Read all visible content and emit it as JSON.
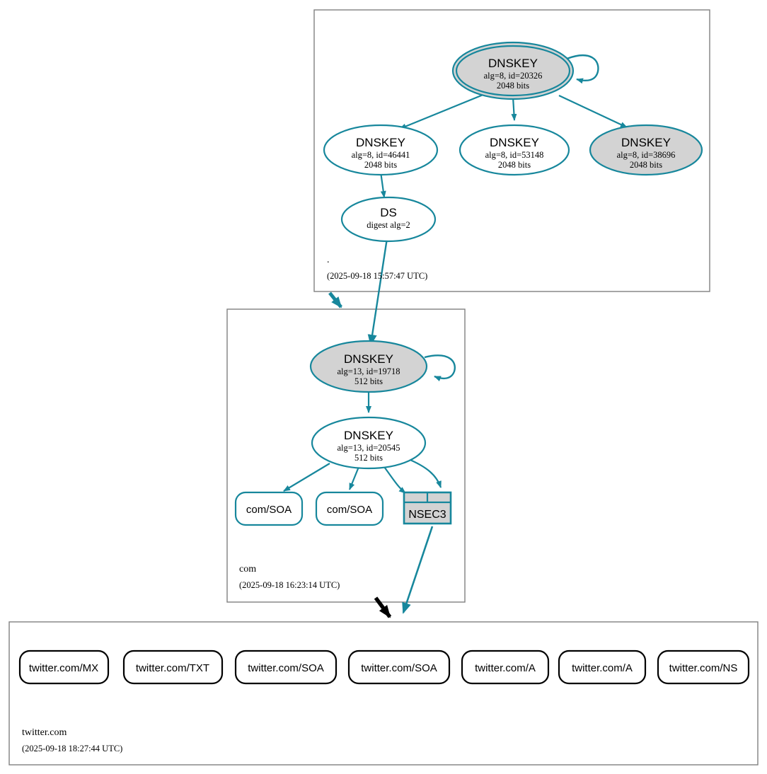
{
  "diagram": {
    "title": "DNSSEC authentication chain",
    "colors": {
      "accent_teal": "#17879c",
      "secure_fill_gray": "#d3d3d3",
      "zone_border_gray": "#808080",
      "delegation_black": "#000000",
      "node_fill_white": "#ffffff"
    }
  },
  "zones": [
    {
      "id": "root",
      "name": ".",
      "timestamp": "(2025-09-18 15:57:47 UTC)",
      "nodes": [
        {
          "id": "root-ksk",
          "kind": "dnskey",
          "shape": "double-ellipse",
          "fill": "gray",
          "title": "DNSKEY",
          "line2": "alg=8, id=20326",
          "line3": "2048 bits",
          "self_signed": true
        },
        {
          "id": "root-zsk-46441",
          "kind": "dnskey",
          "shape": "ellipse",
          "fill": "white",
          "title": "DNSKEY",
          "line2": "alg=8, id=46441",
          "line3": "2048 bits",
          "self_signed": false
        },
        {
          "id": "root-zsk-53148",
          "kind": "dnskey",
          "shape": "ellipse",
          "fill": "white",
          "title": "DNSKEY",
          "line2": "alg=8, id=53148",
          "line3": "2048 bits",
          "self_signed": false
        },
        {
          "id": "root-zsk-38696",
          "kind": "dnskey",
          "shape": "ellipse",
          "fill": "gray",
          "title": "DNSKEY",
          "line2": "alg=8, id=38696",
          "line3": "2048 bits",
          "self_signed": false
        },
        {
          "id": "root-ds",
          "kind": "ds",
          "shape": "ellipse",
          "fill": "white",
          "title": "DS",
          "line2": "digest alg=2",
          "line3": ""
        }
      ]
    },
    {
      "id": "com",
      "name": "com",
      "timestamp": "(2025-09-18 16:23:14 UTC)",
      "nodes": [
        {
          "id": "com-ksk",
          "kind": "dnskey",
          "shape": "ellipse",
          "fill": "gray",
          "title": "DNSKEY",
          "line2": "alg=13, id=19718",
          "line3": "512 bits",
          "self_signed": true
        },
        {
          "id": "com-zsk",
          "kind": "dnskey",
          "shape": "ellipse",
          "fill": "white",
          "title": "DNSKEY",
          "line2": "alg=13, id=20545",
          "line3": "512 bits",
          "self_signed": false
        },
        {
          "id": "com-soa-1",
          "kind": "rrset",
          "shape": "rounded-rect",
          "label": "com/SOA"
        },
        {
          "id": "com-soa-2",
          "kind": "rrset",
          "shape": "rounded-rect",
          "label": "com/SOA"
        },
        {
          "id": "com-nsec3",
          "kind": "nsec3",
          "shape": "table",
          "label": "NSEC3"
        }
      ]
    },
    {
      "id": "twitter",
      "name": "twitter.com",
      "timestamp": "(2025-09-18 18:27:44 UTC)",
      "nodes": [
        {
          "id": "tw-mx",
          "kind": "rrset",
          "shape": "rounded-rect",
          "label": "twitter.com/MX"
        },
        {
          "id": "tw-txt",
          "kind": "rrset",
          "shape": "rounded-rect",
          "label": "twitter.com/TXT"
        },
        {
          "id": "tw-soa1",
          "kind": "rrset",
          "shape": "rounded-rect",
          "label": "twitter.com/SOA"
        },
        {
          "id": "tw-soa2",
          "kind": "rrset",
          "shape": "rounded-rect",
          "label": "twitter.com/SOA"
        },
        {
          "id": "tw-a1",
          "kind": "rrset",
          "shape": "rounded-rect",
          "label": "twitter.com/A"
        },
        {
          "id": "tw-a2",
          "kind": "rrset",
          "shape": "rounded-rect",
          "label": "twitter.com/A"
        },
        {
          "id": "tw-ns",
          "kind": "rrset",
          "shape": "rounded-rect",
          "label": "twitter.com/NS"
        }
      ]
    }
  ],
  "edges": [
    {
      "from": "root-ksk",
      "to": "root-ksk",
      "type": "self-sign"
    },
    {
      "from": "root-ksk",
      "to": "root-zsk-46441",
      "type": "sign"
    },
    {
      "from": "root-ksk",
      "to": "root-zsk-53148",
      "type": "sign"
    },
    {
      "from": "root-ksk",
      "to": "root-zsk-38696",
      "type": "sign"
    },
    {
      "from": "root-zsk-46441",
      "to": "root-ds",
      "type": "sign"
    },
    {
      "from": "root-ds",
      "to": "com-ksk",
      "type": "sign"
    },
    {
      "from": "com-ksk",
      "to": "com-ksk",
      "type": "self-sign"
    },
    {
      "from": "com-ksk",
      "to": "com-zsk",
      "type": "sign"
    },
    {
      "from": "com-zsk",
      "to": "com-soa-1",
      "type": "sign"
    },
    {
      "from": "com-zsk",
      "to": "com-soa-2",
      "type": "sign"
    },
    {
      "from": "com-zsk",
      "to": "com-nsec3",
      "type": "sign"
    },
    {
      "from": "com-zsk",
      "to": "com-nsec3",
      "type": "sign"
    },
    {
      "from": "root",
      "to": "com",
      "type": "delegation"
    },
    {
      "from": "com",
      "to": "twitter",
      "type": "delegation"
    },
    {
      "from": "com-nsec3",
      "to": "twitter",
      "type": "sign"
    }
  ]
}
